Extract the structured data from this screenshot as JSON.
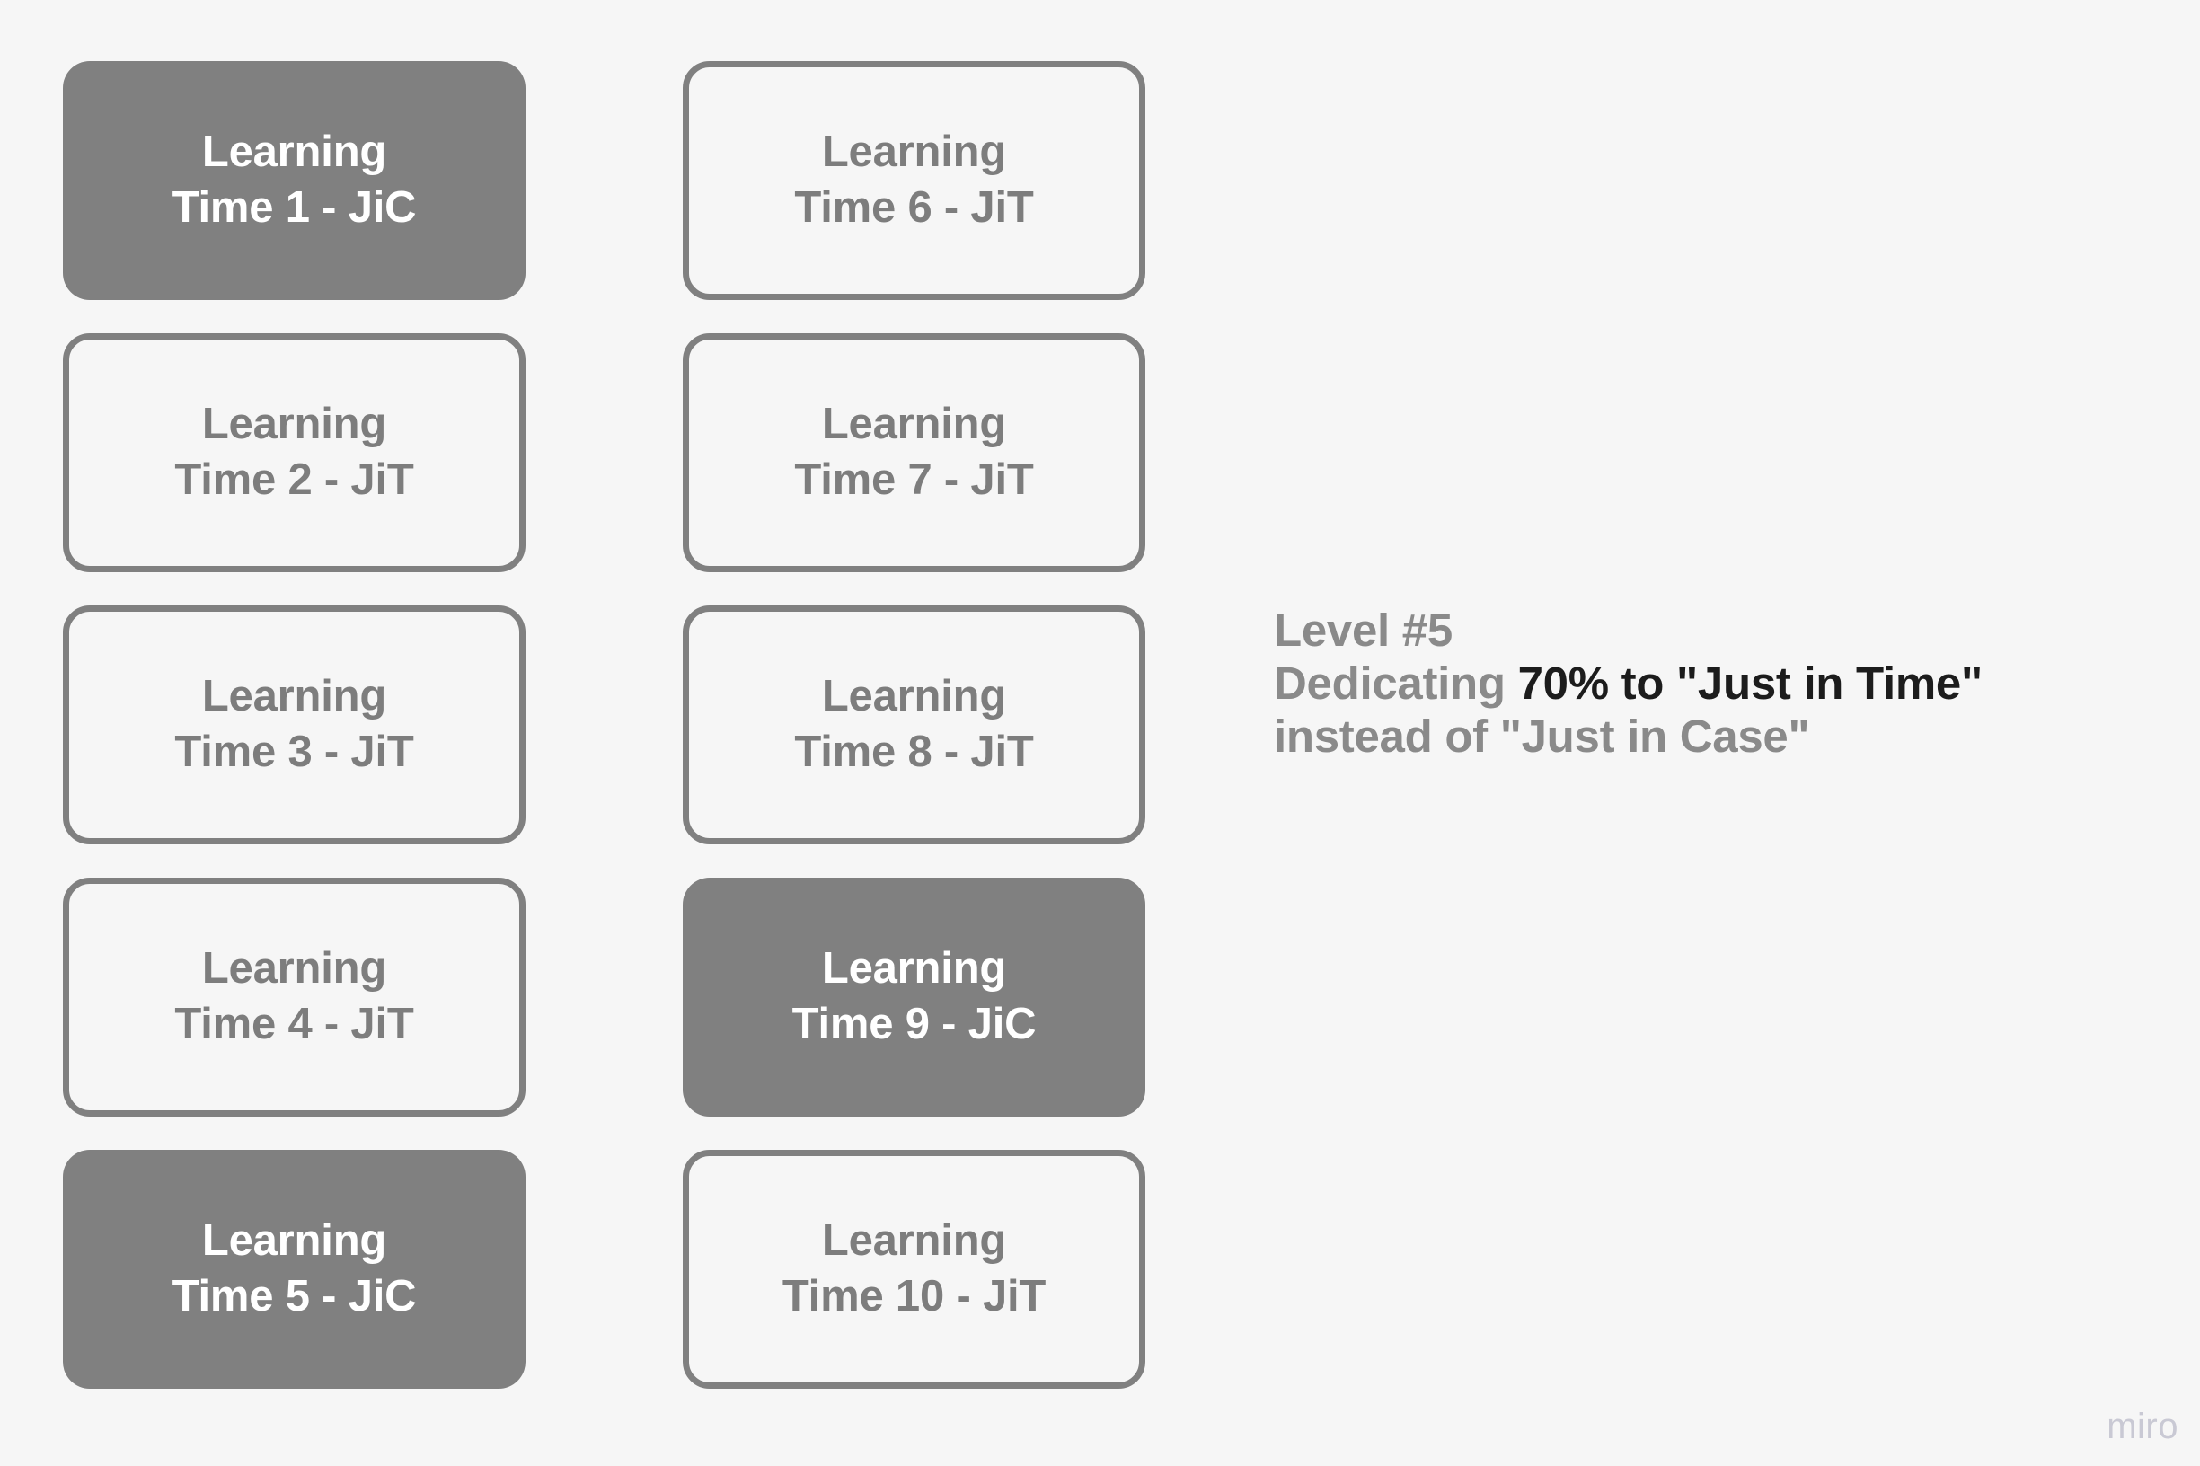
{
  "board": {
    "background_color": "#f6f6f6",
    "filled_card_color": "#808080",
    "outlined_card_border_color": "#808080",
    "outlined_card_text_color": "#7d7d7d",
    "filled_card_text_color": "#ffffff",
    "annotation_text_color": "#8a8a8a",
    "annotation_emphasis_color": "#1c1c1c"
  },
  "cards": [
    {
      "label": "Learning\nTime 1 - JiC",
      "style": "filled",
      "column": 1,
      "row": 1,
      "mode": "JiC"
    },
    {
      "label": "Learning\nTime 2 - JiT",
      "style": "outlined",
      "column": 1,
      "row": 2,
      "mode": "JiT"
    },
    {
      "label": "Learning\nTime 3 - JiT",
      "style": "outlined",
      "column": 1,
      "row": 3,
      "mode": "JiT"
    },
    {
      "label": "Learning\nTime 4 - JiT",
      "style": "outlined",
      "column": 1,
      "row": 4,
      "mode": "JiT"
    },
    {
      "label": "Learning\nTime 5 - JiC",
      "style": "filled",
      "column": 1,
      "row": 5,
      "mode": "JiC"
    },
    {
      "label": "Learning\nTime 6 - JiT",
      "style": "outlined",
      "column": 2,
      "row": 1,
      "mode": "JiT"
    },
    {
      "label": "Learning\nTime 7 - JiT",
      "style": "outlined",
      "column": 2,
      "row": 2,
      "mode": "JiT"
    },
    {
      "label": "Learning\nTime 8 - JiT",
      "style": "outlined",
      "column": 2,
      "row": 3,
      "mode": "JiT"
    },
    {
      "label": "Learning\nTime 9 - JiC",
      "style": "filled",
      "column": 2,
      "row": 4,
      "mode": "JiC"
    },
    {
      "label": "Learning\nTime 10 - JiT",
      "style": "outlined",
      "column": 2,
      "row": 5,
      "mode": "JiT"
    }
  ],
  "annotation": {
    "line1": "Level #5",
    "line2_prefix": "Dedicating ",
    "line2_emphasis": "70% to \"Just in Time\"",
    "line3": "instead of \"Just in Case\""
  },
  "watermark": {
    "label": "miro"
  }
}
